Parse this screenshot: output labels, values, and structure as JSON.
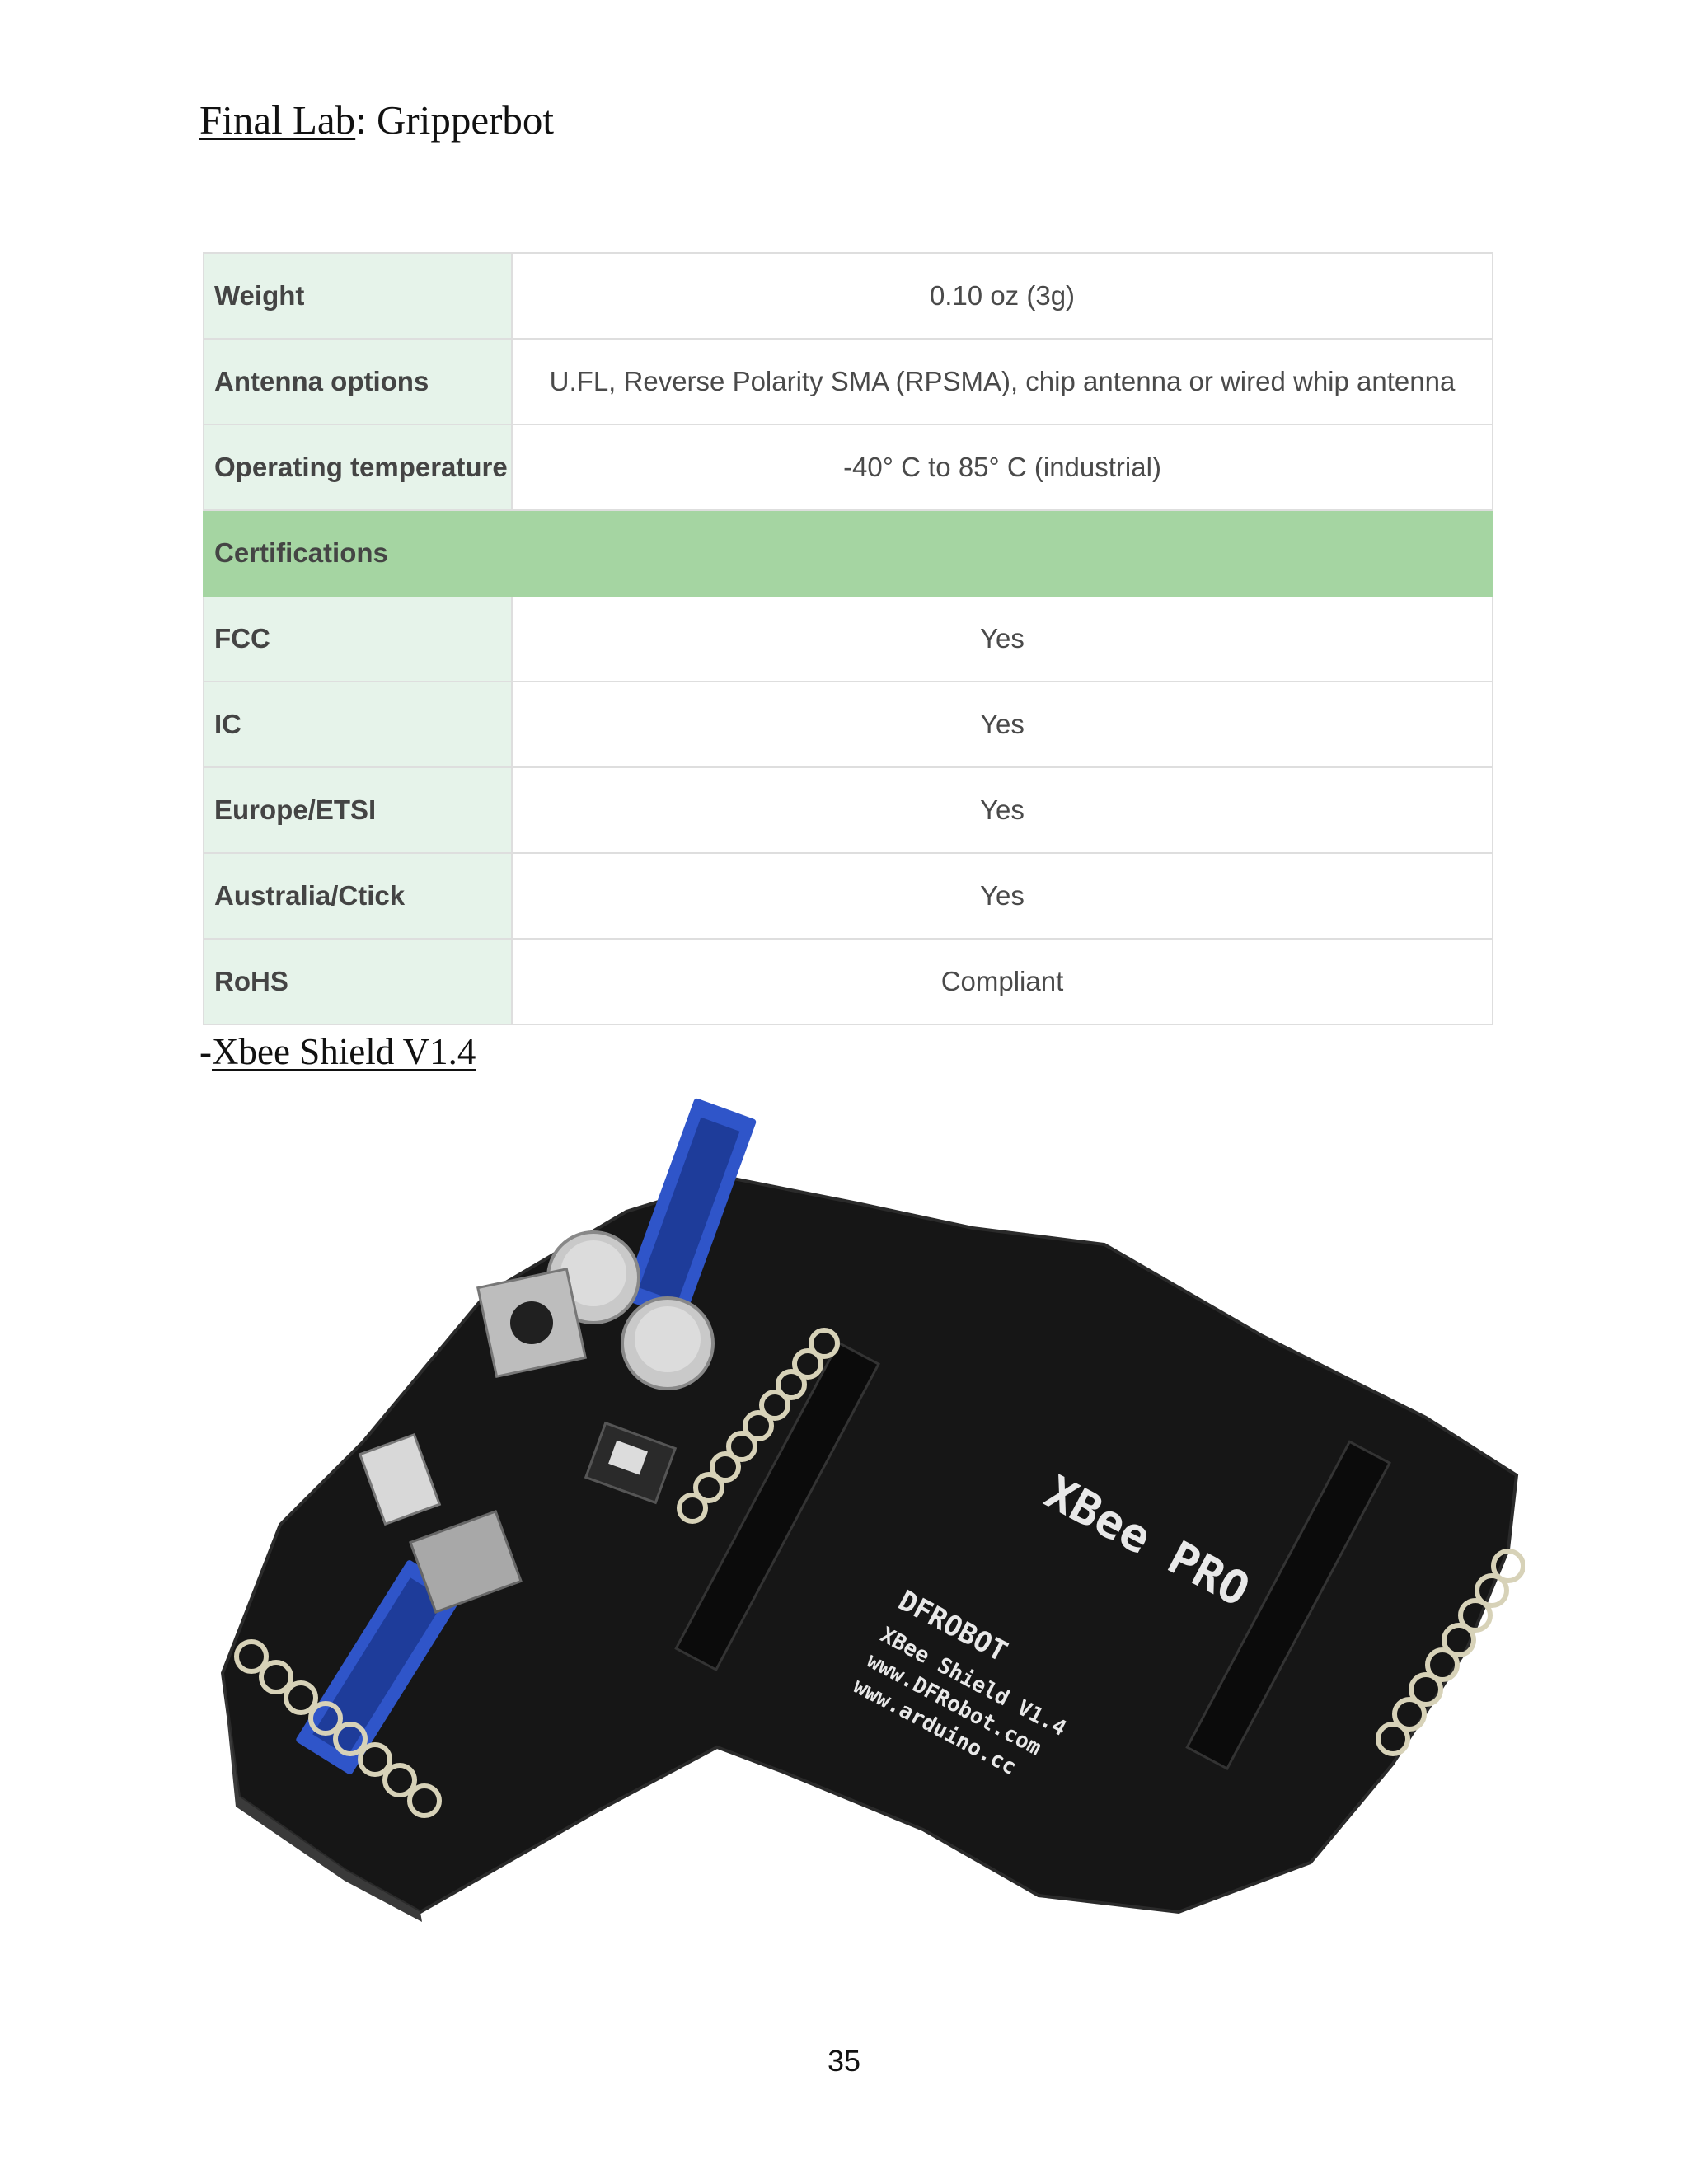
{
  "header": {
    "lab_label": "Final Lab",
    "separator": ": ",
    "lab_title": "Gripperbot"
  },
  "spec_table": {
    "rows": [
      {
        "label": "Weight",
        "value": "0.10 oz (3g)"
      },
      {
        "label": "Antenna options",
        "value": "U.FL, Reverse Polarity SMA (RPSMA), chip antenna or wired whip antenna"
      },
      {
        "label": "Operating temperature",
        "value": "-40° C to 85° C (industrial)"
      }
    ],
    "section_title": "Certifications",
    "certifications": [
      {
        "label": "FCC",
        "value": "Yes"
      },
      {
        "label": "IC",
        "value": "Yes"
      },
      {
        "label": "Europe/ETSI",
        "value": "Yes"
      },
      {
        "label": "Australia/Ctick",
        "value": "Yes"
      },
      {
        "label": "RoHS",
        "value": "Compliant"
      }
    ]
  },
  "subheading": {
    "prefix": "-",
    "text": "Xbee Shield V1.4"
  },
  "board_image": {
    "brand": "DFROBOT",
    "line1": "XBee Shield V1.4",
    "line2": "www.DFRobot.com",
    "line3": "www.arduino.cc",
    "module_text": "XBee PRO"
  },
  "page_number": "35",
  "colors": {
    "label_cell_bg": "#e6f3ea",
    "section_bg": "#a5d5a2",
    "pcb_black": "#151515",
    "header_blue": "#2f55c9"
  }
}
